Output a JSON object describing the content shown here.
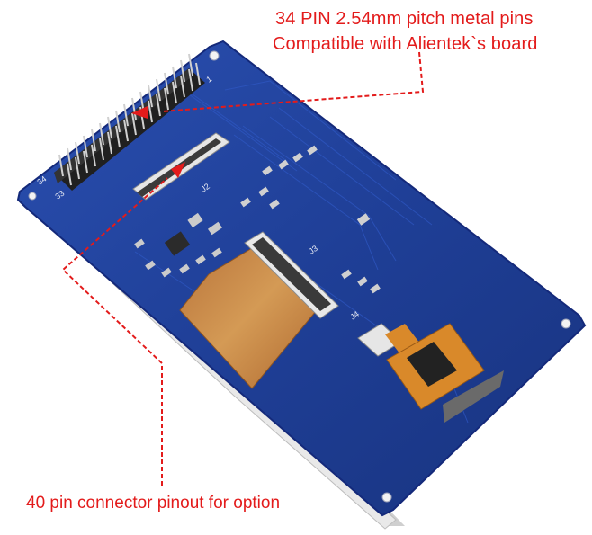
{
  "callouts": {
    "top_line_1": "34 PIN 2.54mm pitch metal pins",
    "top_line_2": "Compatible with Alientek`s board",
    "bottom": "40 pin connector pinout for option"
  },
  "board": {
    "silk_j2": "J2",
    "silk_j3": "J3",
    "silk_j4": "J4",
    "silk_pin_33": "33",
    "silk_pin_34": "34",
    "silk_pin_1": "1"
  },
  "colors": {
    "pcb_blue": "#1f3f97",
    "pcb_edge": "#14297a",
    "callout_red": "#e31b1b",
    "flex_amber": "#c9853f",
    "fpc_orange": "#d9892a"
  }
}
